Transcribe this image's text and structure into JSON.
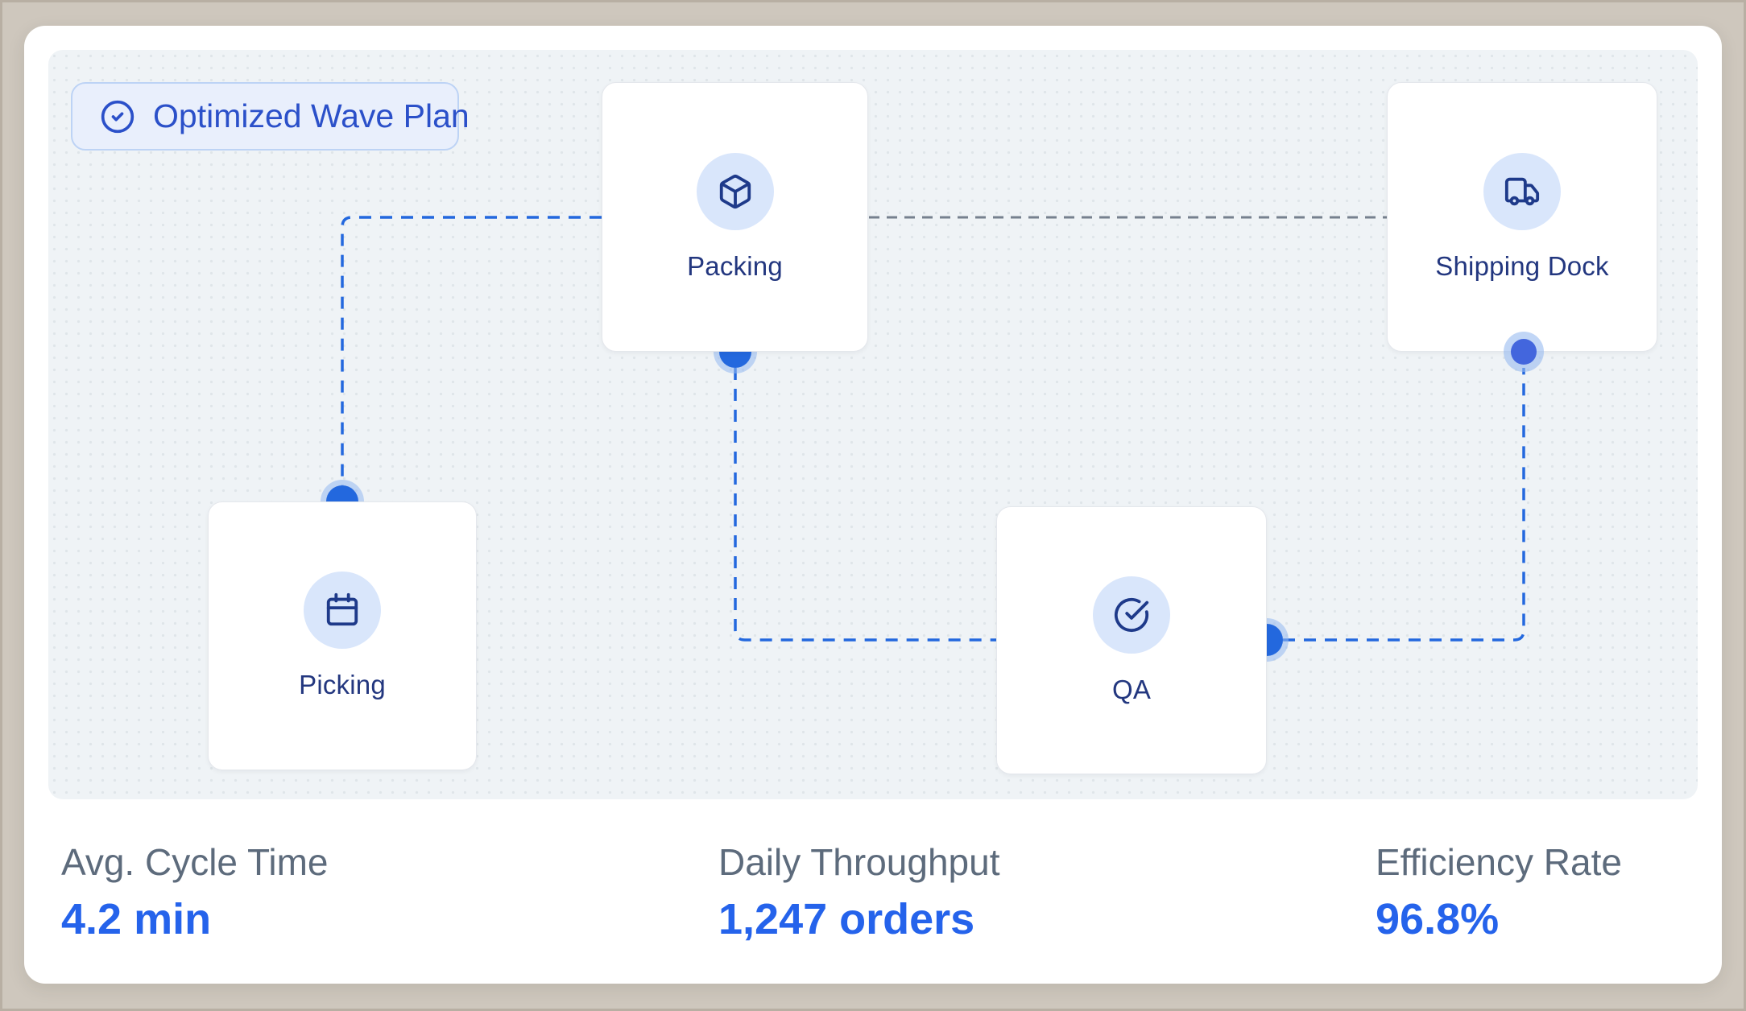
{
  "badge": {
    "label": "Optimized Wave Plan",
    "icon": "circle-check-icon"
  },
  "nodes": {
    "packing": {
      "label": "Packing",
      "icon": "box-icon"
    },
    "shipping_dock": {
      "label": "Shipping Dock",
      "icon": "truck-icon"
    },
    "picking": {
      "label": "Picking",
      "icon": "calendar-icon"
    },
    "qa": {
      "label": "QA",
      "icon": "check-circle-icon"
    }
  },
  "stats": {
    "cycle_time": {
      "label": "Avg. Cycle Time",
      "value": "4.2 min"
    },
    "throughput": {
      "label": "Daily Throughput",
      "value": "1,247 orders"
    },
    "efficiency": {
      "label": "Efficiency Rate",
      "value": "96.8%"
    }
  },
  "colors": {
    "accent_blue": "#2563eb",
    "edge_blue": "#2368de",
    "edge_gray": "#76808e",
    "handle_blue": "#2368de",
    "handle_alt": "#4366dd",
    "node_icon_navy": "#1e3a8a",
    "badge_blue": "#2b50c9",
    "stat_label_gray": "#5d6b7c",
    "canvas_bg": "#eff3f6",
    "frame_bg": "#cec7bd"
  }
}
